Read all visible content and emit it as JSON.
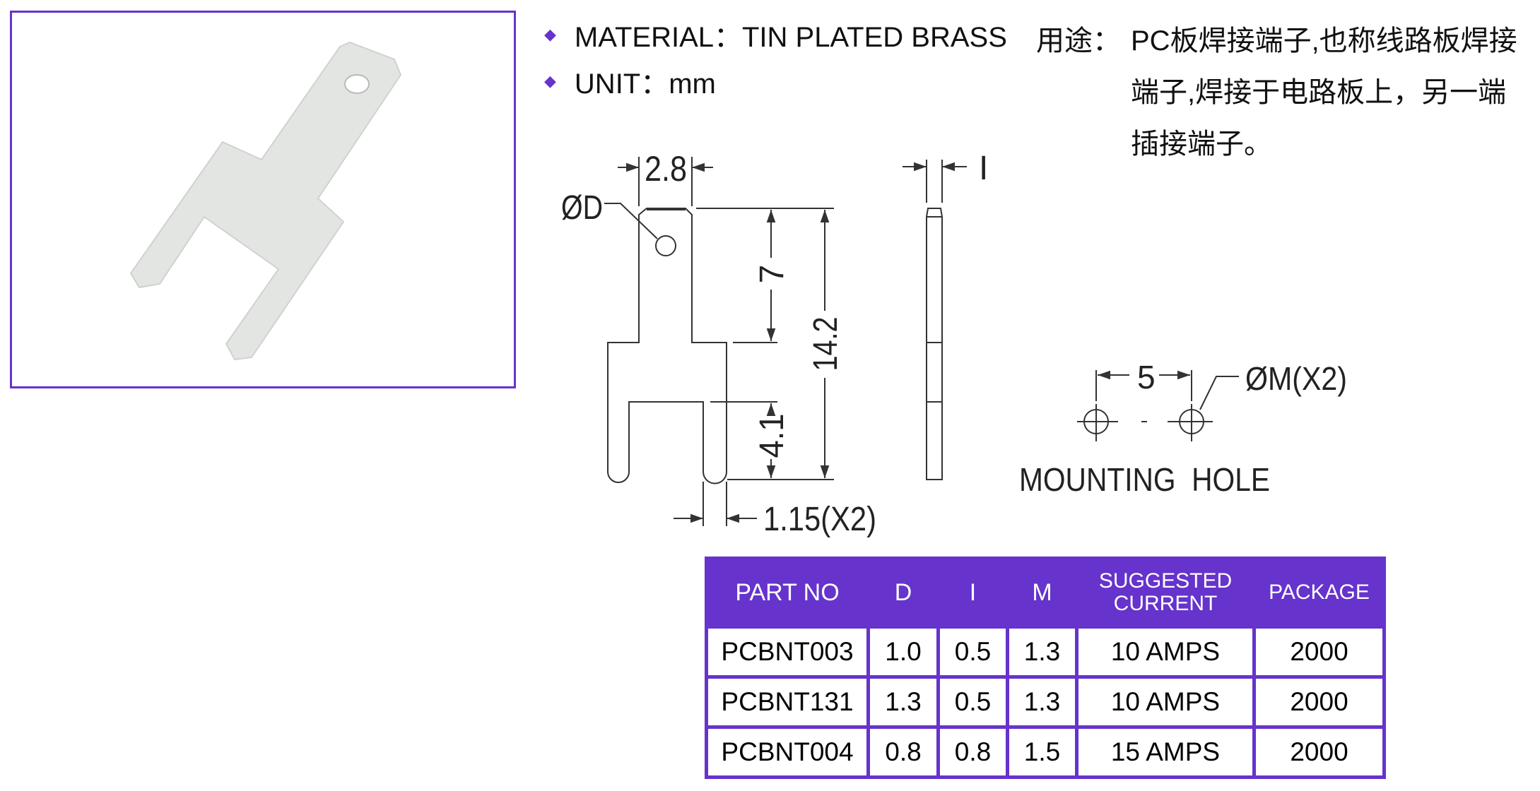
{
  "specs": [
    {
      "label": "MATERIAL：TIN PLATED BRASS"
    },
    {
      "label": "UNIT：mm"
    }
  ],
  "usage": {
    "label": "用途：",
    "lines": [
      "PC板焊接端子,也称线路板焊接",
      "端子,焊接于电路板上，另一端",
      "插接端子。"
    ]
  },
  "drawing": {
    "hole_label": "ØD",
    "width_dim": "2.8",
    "tab_length_dim": "7",
    "total_length_dim": "14.2",
    "leg_length_dim": "4.1",
    "leg_width_dim": "1.15(X2)",
    "thickness_dim": "I",
    "pitch_dim": "5",
    "mount_hole_label": "ØM(X2)",
    "mount_title": "MOUNTING  HOLE"
  },
  "table": {
    "headers": [
      "PART NO",
      "D",
      "I",
      "M",
      "SUGGESTED",
      "CURRENT",
      "PACKAGE"
    ],
    "rows": [
      [
        "PCBNT003",
        "1.0",
        "0.5",
        "1.3",
        "10 AMPS",
        "2000"
      ],
      [
        "PCBNT131",
        "1.3",
        "0.5",
        "1.3",
        "10 AMPS",
        "2000"
      ],
      [
        "PCBNT004",
        "0.8",
        "0.8",
        "1.5",
        "15 AMPS",
        "2000"
      ]
    ]
  },
  "colors": {
    "accent": "#6633cc",
    "line": "#333333",
    "metal": "#e3e5e3"
  }
}
